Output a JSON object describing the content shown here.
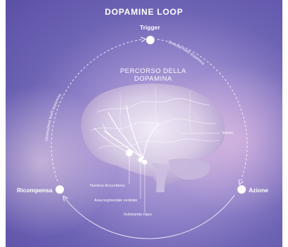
{
  "title": "DOPAMINE LOOP",
  "center_title_line1": "PERCORSO DELLA",
  "center_title_line2": "DOPAMINA",
  "stages": {
    "trigger": "Trigger",
    "azione": "Azione",
    "ricompensa": "Ricompensa"
  },
  "arc_labels": {
    "trigger_to_azione": "Crescita livelli dopamina",
    "ricompensa_to_trigger": "Diminuzione livelli dopamina"
  },
  "brain_labels": {
    "striato": "Striato",
    "nucleus": "Nucleus Accumbens",
    "area": "Area tegmentale ventrale",
    "substantia": "Substantia nigra"
  },
  "colors": {
    "background_deep": "#5a4fa6",
    "background_light": "#d4bde3",
    "accent_white": "#ffffff"
  }
}
